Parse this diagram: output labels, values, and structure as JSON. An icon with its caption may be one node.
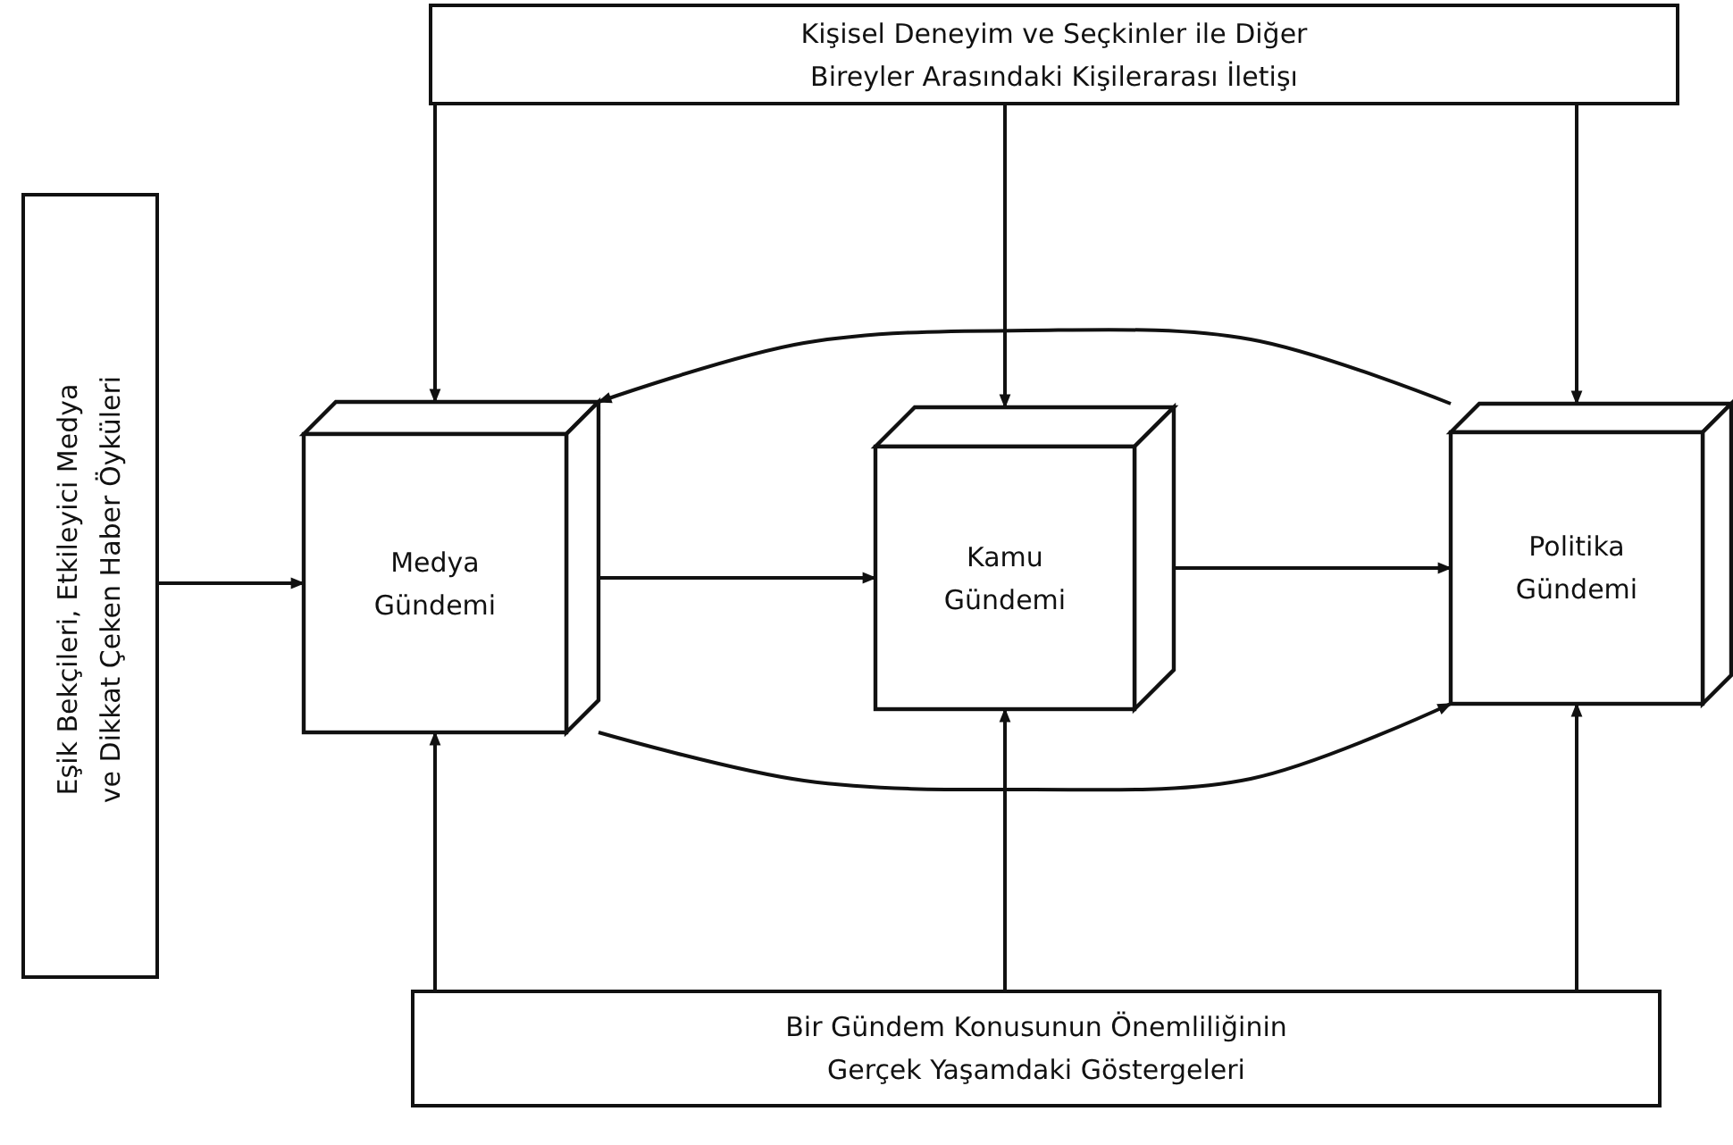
{
  "diagram": {
    "nodes": [
      {
        "text": [
          "Kişisel Deneyim ve Seçkinler ile Diğer Bireyler Arasındaki Kişilerarası İletişı"
        ]
      },
      {
        "text": [
          "Eşik Bekçileri, Etkileyici Medya ve Dikkat Çeken Haber Öyküleri"
        ]
      },
      {
        "text": [
          "Medya Gündemi"
        ]
      },
      {
        "text": [
          "Kamu Gündemi"
        ]
      },
      {
        "text": [
          "Politika Gündemi"
        ]
      },
      {
        "text": [
          "Bir Gündem Konusunun Önemliliğinin Gerçek Yaşamdaki Göstergeleri"
        ]
      }
    ],
    "edges": [
      {
        "from": 0,
        "to": 2,
        "arrow": "to"
      },
      {
        "from": 0,
        "to": 3,
        "arrow": "to"
      },
      {
        "from": 0,
        "to": 4,
        "arrow": "to"
      },
      {
        "from": 1,
        "to": 2,
        "arrow": "to"
      },
      {
        "from": 2,
        "to": 3,
        "arrow": "to"
      },
      {
        "from": 3,
        "to": 4,
        "arrow": "to"
      },
      {
        "from": 4,
        "to": 2,
        "arrow": "to"
      },
      {
        "from": 2,
        "to": 4,
        "arrow": "to"
      },
      {
        "from": 5,
        "to": 2,
        "arrow": "to"
      },
      {
        "from": 5,
        "to": 3,
        "arrow": "to"
      },
      {
        "from": 5,
        "to": 4,
        "arrow": "to"
      }
    ]
  }
}
